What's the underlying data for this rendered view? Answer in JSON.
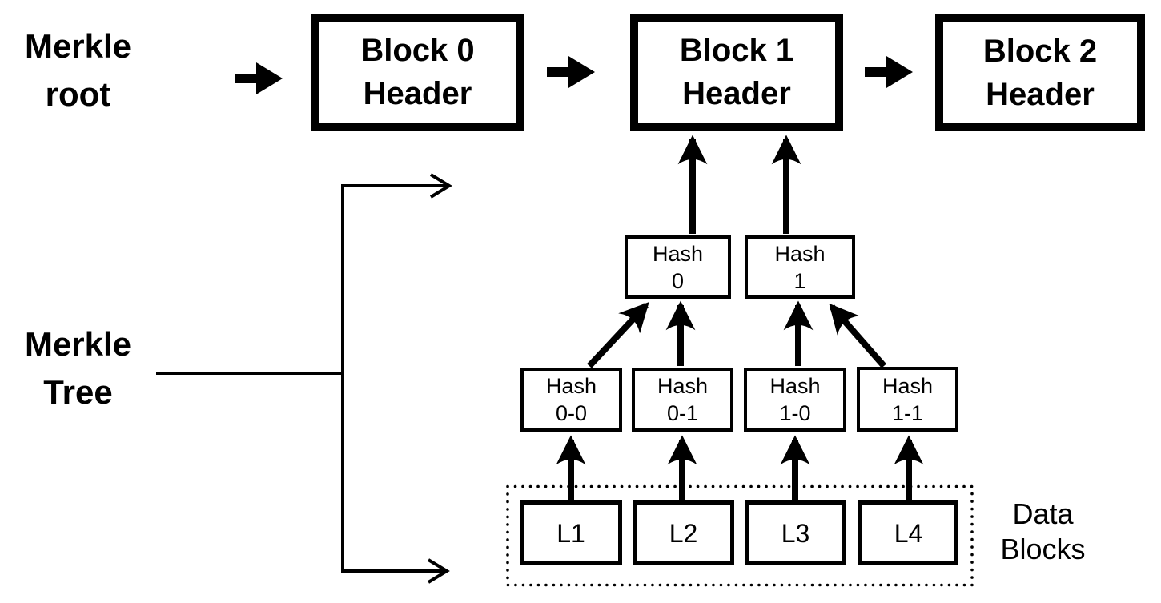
{
  "diagram": {
    "title_context": "Merkle tree and blockchain headers",
    "colors": {
      "ink": "#000000",
      "background": "#ffffff"
    },
    "top_row": {
      "merkle_root_label": "Merkle\nroot",
      "blocks": [
        {
          "label": "Block 0\nHeader"
        },
        {
          "label": "Block 1\nHeader"
        },
        {
          "label": "Block 2\nHeader"
        }
      ]
    },
    "merkle_tree_label": "Merkle\nTree",
    "tree": {
      "level1": [
        {
          "label": "Hash\n0"
        },
        {
          "label": "Hash\n1"
        }
      ],
      "level2": [
        {
          "label": "Hash\n0-0"
        },
        {
          "label": "Hash\n0-1"
        },
        {
          "label": "Hash\n1-0"
        },
        {
          "label": "Hash\n1-1"
        }
      ],
      "leaves": [
        {
          "label": "L1"
        },
        {
          "label": "L2"
        },
        {
          "label": "L3"
        },
        {
          "label": "L4"
        }
      ]
    },
    "data_blocks_label": "Data\nBlocks"
  }
}
